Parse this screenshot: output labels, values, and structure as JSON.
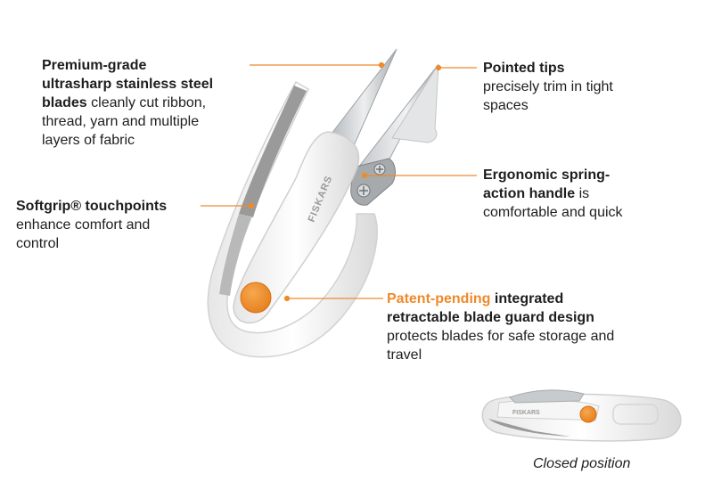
{
  "callouts": {
    "blades": {
      "bold": "Premium-grade ultrasharp stainless steel blades",
      "line1": "Premium-grade",
      "line2": "ultrasharp stainless steel",
      "line3_bold": "blades",
      "line3_rest": " cleanly cut ribbon,",
      "line4": "thread, yarn and multiple",
      "line5": "layers of fabric"
    },
    "tips": {
      "title": "Pointed tips",
      "line1": "precisely trim in tight",
      "line2": "spaces"
    },
    "handle": {
      "line1": "Ergonomic spring-",
      "line2_bold": "action handle",
      "line2_rest": " is",
      "line3": "comfortable and quick"
    },
    "softgrip": {
      "title": "Softgrip® touchpoints",
      "line1": "enhance comfort and",
      "line2": "control"
    },
    "guard": {
      "highlight": "Patent-pending",
      "line1_rest": " integrated",
      "line2": "retractable blade guard design",
      "line3": "protects blades for safe storage and",
      "line4": "travel"
    }
  },
  "caption": "Closed position",
  "brand": "FISKARS",
  "colors": {
    "accent": "#ee8a2a",
    "body": "#f4f4f4",
    "grip": "#9a9a9a",
    "blade": "#cfd2d4"
  }
}
